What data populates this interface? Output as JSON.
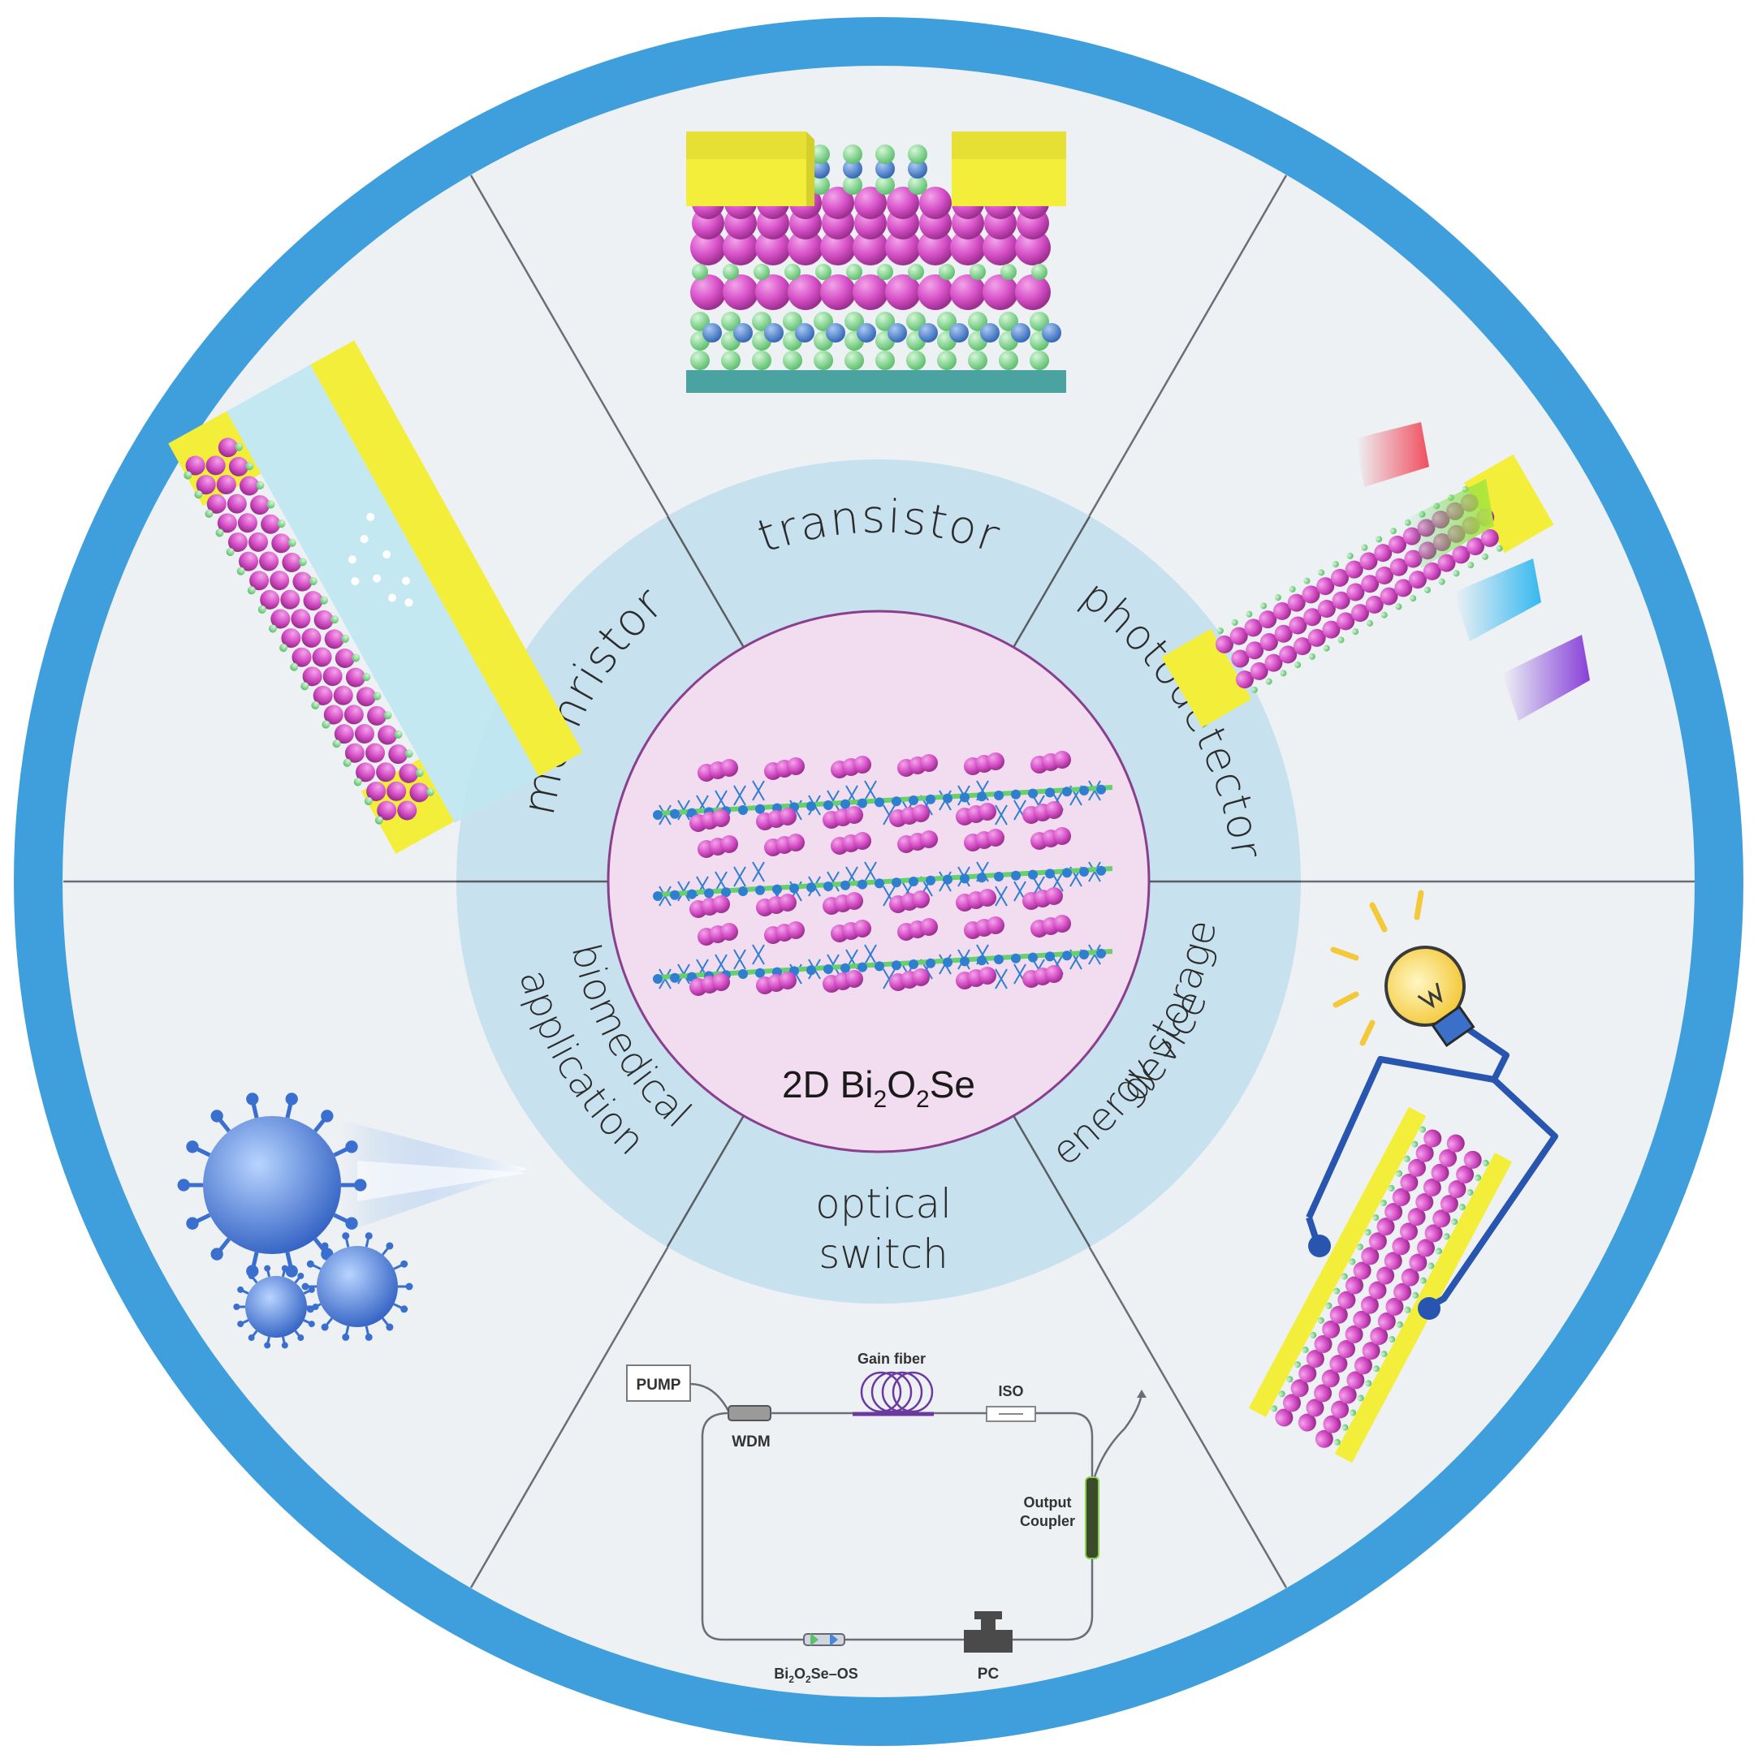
{
  "center": {
    "prefix": "2D Bi",
    "sub1": "2",
    "mid": "O",
    "sub2": "2",
    "suffix": "Se"
  },
  "applications": {
    "transistor": "transistor",
    "photodetector": "photodetector",
    "energy_line1": "energy storage",
    "energy_line2": "device",
    "optical_line1": "optical",
    "optical_line2": "switch",
    "bio_line1": "biomedical",
    "bio_line2": "application",
    "memristor": "memristor"
  },
  "laser_setup": {
    "pump": "PUMP",
    "wdm": "WDM",
    "gain_fiber": "Gain fiber",
    "iso": "ISO",
    "output_coupler_1": "Output",
    "output_coupler_2": "Coupler",
    "pc": "PC",
    "os_prefix": "Bi",
    "os_sub1": "2",
    "os_mid": "O",
    "os_sub2": "2",
    "os_suffix": "Se–OS"
  },
  "colors": {
    "ring": "#3f9fdc",
    "sector_bg": "#eef1f4",
    "inner_ring": "#c7e1ef",
    "center_fill": "#f2dcef",
    "electrode": "#f3ee3a",
    "bi_atom": "#d64fc7",
    "o_atom": "#7ed88c",
    "se_atom": "#4a86d8"
  }
}
